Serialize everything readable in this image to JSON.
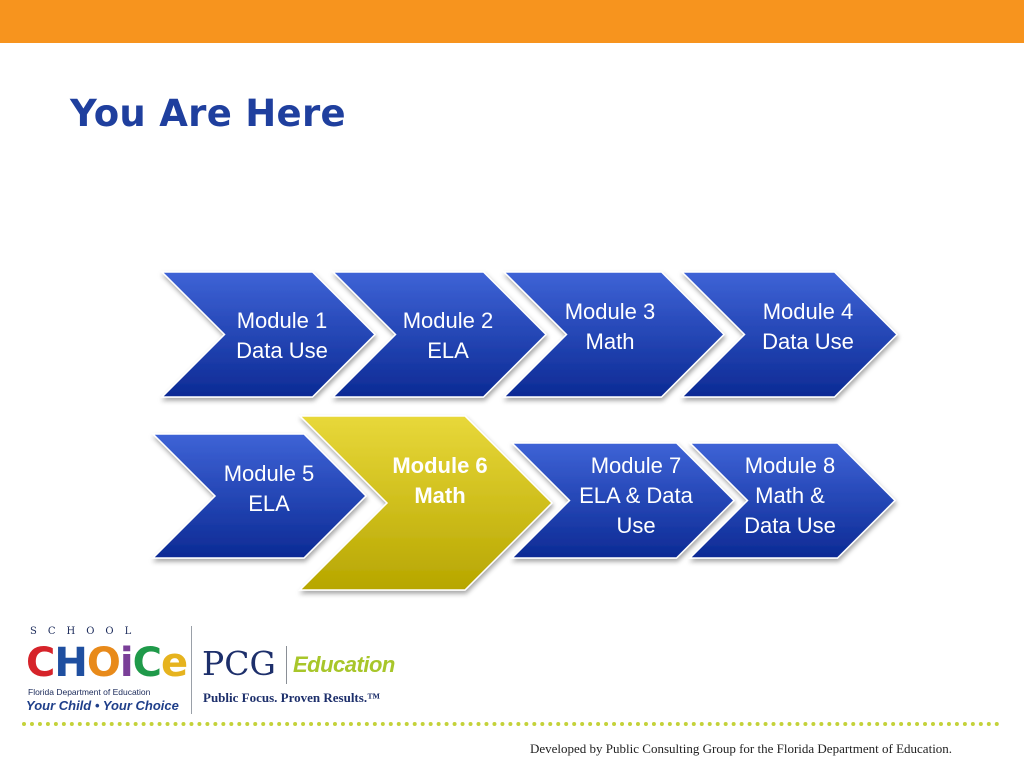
{
  "colors": {
    "top_bar": "#F7941E",
    "title": "#1F3F9E",
    "chevron_blue_light": "#3E63D6",
    "chevron_blue_dark": "#0C2A94",
    "chevron_current_light": "#E8D83A",
    "chevron_current_dark": "#B7A600",
    "current_label": "#FFFFFF"
  },
  "header": {
    "title": "You Are Here"
  },
  "modules": [
    {
      "lines": [
        "Module 1",
        "Data Use"
      ],
      "current": false
    },
    {
      "lines": [
        "Module 2",
        "ELA"
      ],
      "current": false
    },
    {
      "lines": [
        "Module 3",
        "Math"
      ],
      "current": false
    },
    {
      "lines": [
        "Module 4",
        "Data Use"
      ],
      "current": false
    },
    {
      "lines": [
        "Module 5",
        "ELA"
      ],
      "current": false
    },
    {
      "lines": [
        "Module 6",
        "Math"
      ],
      "current": true
    },
    {
      "lines": [
        "Module 7",
        "ELA & Data",
        "Use"
      ],
      "current": false
    },
    {
      "lines": [
        "Module 8",
        "Math &",
        "Data Use"
      ],
      "current": false
    }
  ],
  "logos": {
    "school_choice": {
      "top_word": "SCHOOL",
      "letters": [
        "C",
        "H",
        "O",
        "i",
        "C",
        "e"
      ],
      "department": "Florida Department of Education",
      "tagline": "Your Child • Your Choice"
    },
    "pcg": {
      "name": "PCG",
      "division": "Education",
      "tagline": "Public Focus. Proven Results.™"
    }
  },
  "footer": {
    "text": "Developed by Public Consulting Group for the Florida Department of Education."
  }
}
